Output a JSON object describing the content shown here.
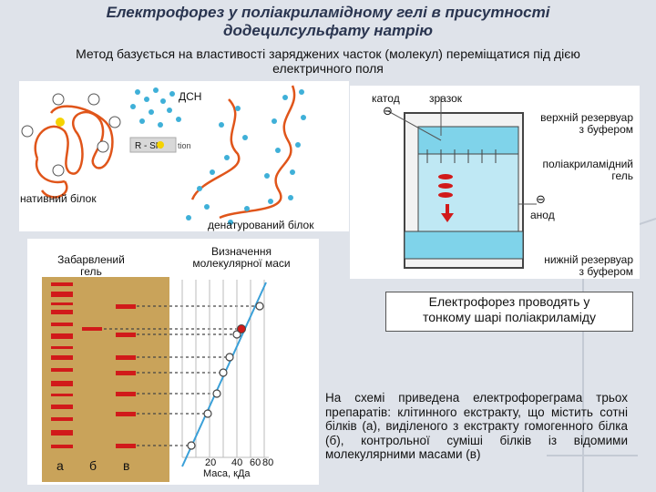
{
  "slide": {
    "title_line1": "Електрофорез у поліакриламідному гелі в присутності",
    "title_line2": "додецилсульфату натрію",
    "subtitle_line1": "Метод базується на властивості заряджених часток (молекул) переміщатися під дією",
    "subtitle_line2": "електричного поля"
  },
  "protein_diagram": {
    "sds_label": "ДСН",
    "rsh_label": "R - SH",
    "rsh_suffix": "tion",
    "native_label": "нативний білок",
    "denatured_label": "денатурований білок"
  },
  "apparatus": {
    "cathode_label": "катод",
    "sample_label": "зразок",
    "upper_reservoir_line1": "верхній резервуар",
    "upper_reservoir_line2": "з буфером",
    "gel_line1": "поліакриламідний",
    "gel_line2": "гель",
    "anode_label": "анод",
    "lower_reservoir_line1": "нижній резервуар",
    "lower_reservoir_line2": "з буфером",
    "minus_sign": "⊖",
    "caption_line1": "Електрофорез проводять у",
    "caption_line2": "тонкому шарі поліакриламіду"
  },
  "gel_figure": {
    "stained_gel_line1": "Забарвлений",
    "stained_gel_line2": "гель",
    "mw_line1": "Визначення",
    "mw_line2": "молекулярної маси",
    "lanes": [
      "а",
      "б",
      "в"
    ],
    "x_ticks": [
      "20",
      "40",
      "60",
      "80"
    ],
    "x_axis_label": "Маса, кДа"
  },
  "description": "На схемі приведена електрофореграма трьох препаратів: клітинного екстракту, що містить сотні білків (а), виділеного з екстракту гомогенного білка (б), контрольної суміші білків із відомими молекулярними масами (в)",
  "colors": {
    "title": "#2a3550",
    "buffer": "#7fd3ea",
    "gel_band": "#d11a1a",
    "gel_bg": "#c9a35a",
    "plot_line": "#3aa0d8",
    "sds_dot": "#3fb0d8",
    "protein": "#e0551a"
  }
}
